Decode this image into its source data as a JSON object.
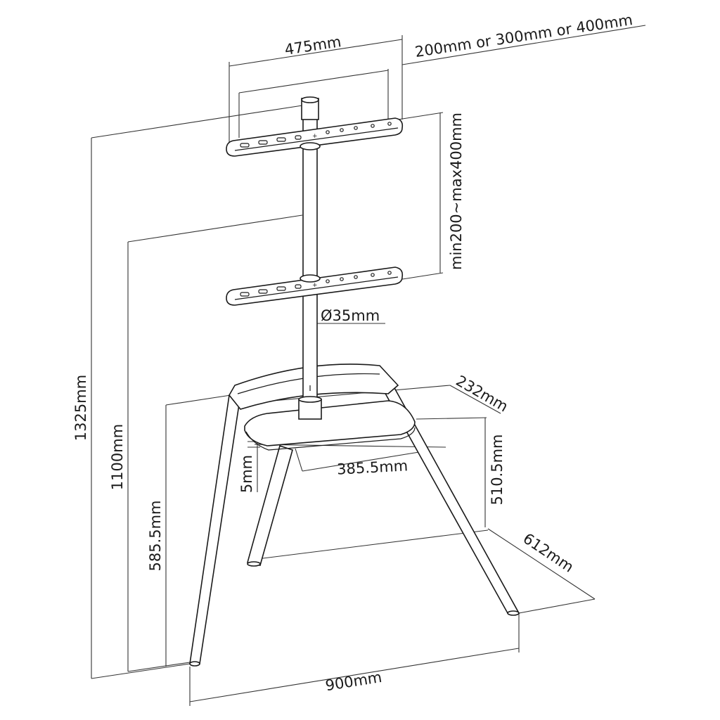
{
  "labels": {
    "width_475": "475mm",
    "vesa": "200mm or 300mm or 400mm",
    "bracket_range": "min200~max400mm",
    "pole_diameter": "Ø35mm",
    "shelf_depth": "232mm",
    "shelf_width": "385.5mm",
    "shelf_thickness": "5mm",
    "shelf_height": "510.5mm",
    "leg_depth": "612mm",
    "base_width": "900mm",
    "total_height": "1325mm",
    "height_1100": "1100mm",
    "height_585": "585.5mm"
  }
}
